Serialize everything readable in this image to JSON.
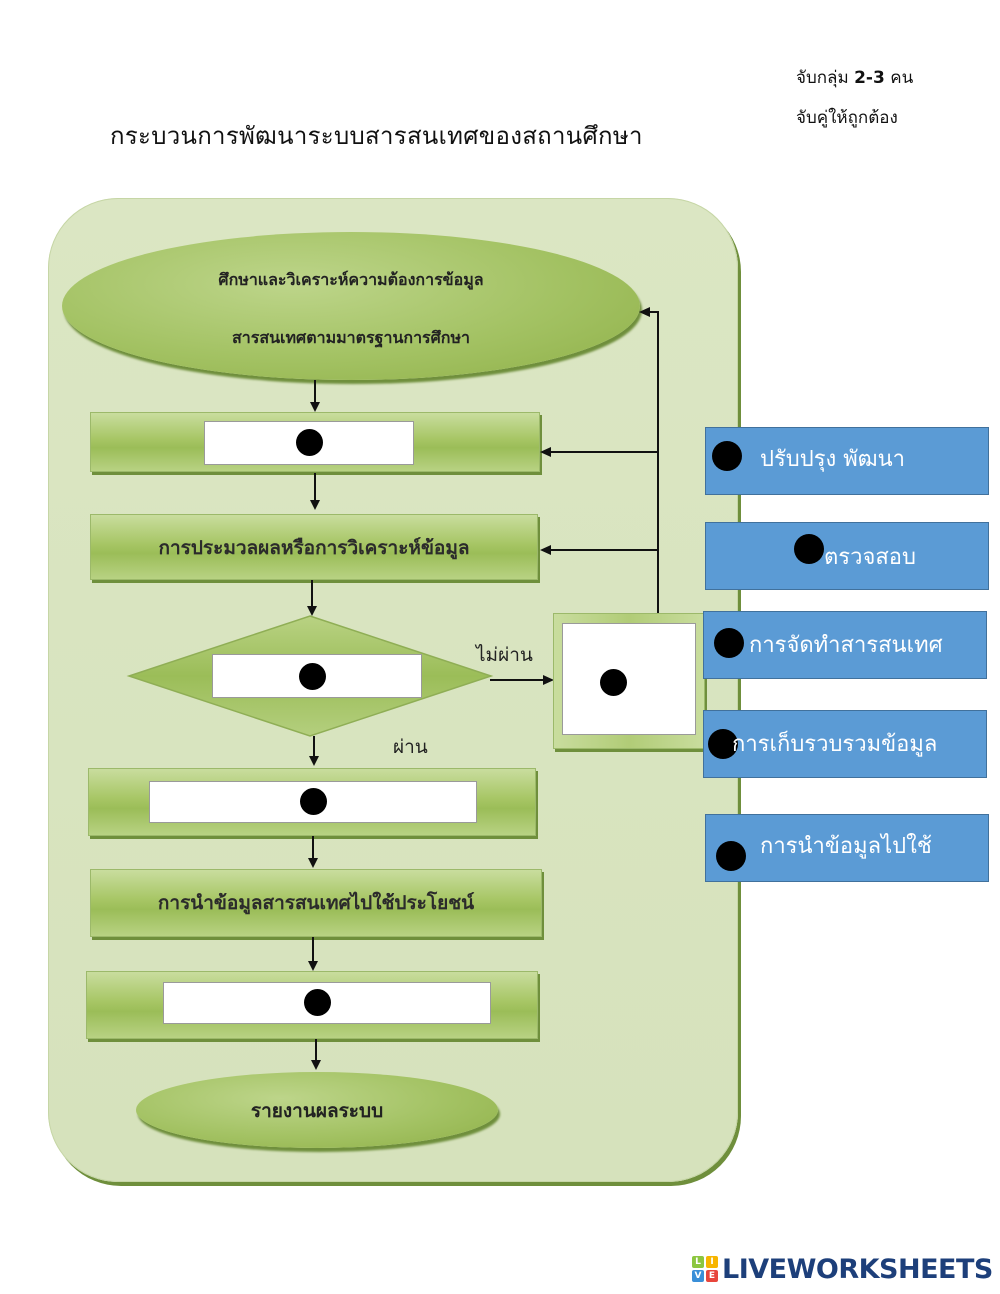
{
  "instructions": {
    "line1_prefix": "จับกลุ่ม ",
    "line1_bold": "2-3",
    "line1_suffix": " คน",
    "line2": "จับคู่ให้ถูกต้อง"
  },
  "title": "กระบวนการพัฒนาระบบสารสนเทศของสถานศึกษา",
  "flowchart": {
    "start": {
      "line1": "ศึกษาและวิเคราะห์ความต้องการข้อมูล",
      "line2": "สารสนเทศตามมาตรฐานการศึกษา"
    },
    "steps": [
      {
        "type": "blank",
        "label": ""
      },
      {
        "type": "text",
        "label": "การประมวลผลหรือการวิเคราะห์ข้อมูล"
      },
      {
        "type": "decision-blank",
        "label": ""
      },
      {
        "type": "blank",
        "label": ""
      },
      {
        "type": "text",
        "label": "การนำข้อมูลสารสนเทศไปใช้ประโยชน์"
      },
      {
        "type": "blank",
        "label": ""
      }
    ],
    "feedback_box": {
      "type": "blank",
      "label": ""
    },
    "fail_label": "ไม่ผ่าน",
    "pass_label": "ผ่าน",
    "end": {
      "label": "รายงานผลระบบ"
    }
  },
  "answers": [
    {
      "label": "ปรับปรุง พัฒนา"
    },
    {
      "label": "ตรวจสอบ"
    },
    {
      "label": "การจัดทำสารสนเทศ"
    },
    {
      "label": "การเก็บรวบรวมข้อมูล"
    },
    {
      "label": "การนำข้อมูลไปใช้"
    }
  ],
  "branding": {
    "logo_letters": [
      "L",
      "I",
      "V",
      "E"
    ],
    "logo_text": "LIVEWORKSHEETS"
  },
  "colors": {
    "answer_box": "#5b9bd5",
    "container": "#d8e4bf",
    "shape_green": "#a3c263",
    "brand": "#1d3f7a"
  }
}
